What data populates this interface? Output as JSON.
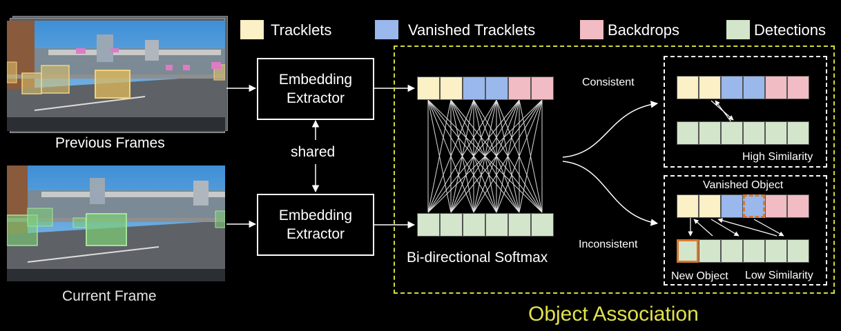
{
  "legend": [
    {
      "label": "Tracklets",
      "color": "#fbf0c6"
    },
    {
      "label": "Vanished Tracklets",
      "color": "#9ab8ec"
    },
    {
      "label": "Backdrops",
      "color": "#f1bcc3"
    },
    {
      "label": "Detections",
      "color": "#d3e6cc"
    }
  ],
  "left": {
    "previous_label": "Previous Frames",
    "current_label": "Current Frame",
    "shared_label": "shared"
  },
  "extractor": {
    "top": "Embedding Extractor",
    "bottom": "Embedding Extractor"
  },
  "softmax_label": "Bi-directional Softmax",
  "branches": {
    "consistent": "Consistent",
    "inconsistent": "Inconsistent"
  },
  "panels": {
    "high_similarity": "High Similarity",
    "vanished_object": "Vanished Object",
    "new_object": "New Object",
    "low_similarity": "Low Similarity"
  },
  "title": "Object Association",
  "colors": {
    "tracklet": "#fbf0c6",
    "vanished": "#9ab8ec",
    "backdrop": "#f1bcc3",
    "detection": "#d3e6cc",
    "assoc_border": "#d6dc3c",
    "title": "#e2e24e",
    "highlight": "#d9782e"
  }
}
